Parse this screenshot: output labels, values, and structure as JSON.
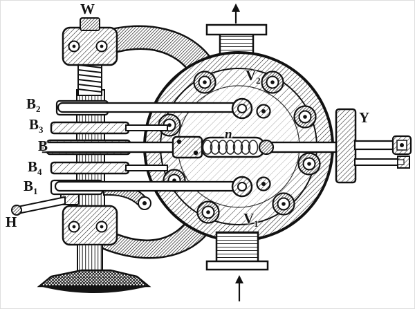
{
  "figure": {
    "type": "engraving-diagram",
    "description": "Antique black-and-white engraving of a mechanical valve / regulator apparatus with a circular bolted body, lettered parts and flow arrows",
    "ink_color": "#141414",
    "background_color": "#ffffff"
  },
  "labels": {
    "W": {
      "main": "W",
      "sub": ""
    },
    "B2": {
      "main": "B",
      "sub": "2"
    },
    "B3": {
      "main": "B",
      "sub": "3"
    },
    "B": {
      "main": "B",
      "sub": ""
    },
    "B4": {
      "main": "B",
      "sub": "4"
    },
    "B1": {
      "main": "B",
      "sub": "1"
    },
    "H": {
      "main": "H",
      "sub": ""
    },
    "V2": {
      "main": "V",
      "sub": "2"
    },
    "V1": {
      "main": "V",
      "sub": "1"
    },
    "Y": {
      "main": "Y",
      "sub": ""
    },
    "n": {
      "main": "n",
      "sub": ""
    }
  },
  "icons": {
    "top_flow_arrow": "arrow-up",
    "bottom_flow_arrow": "arrow-up"
  }
}
